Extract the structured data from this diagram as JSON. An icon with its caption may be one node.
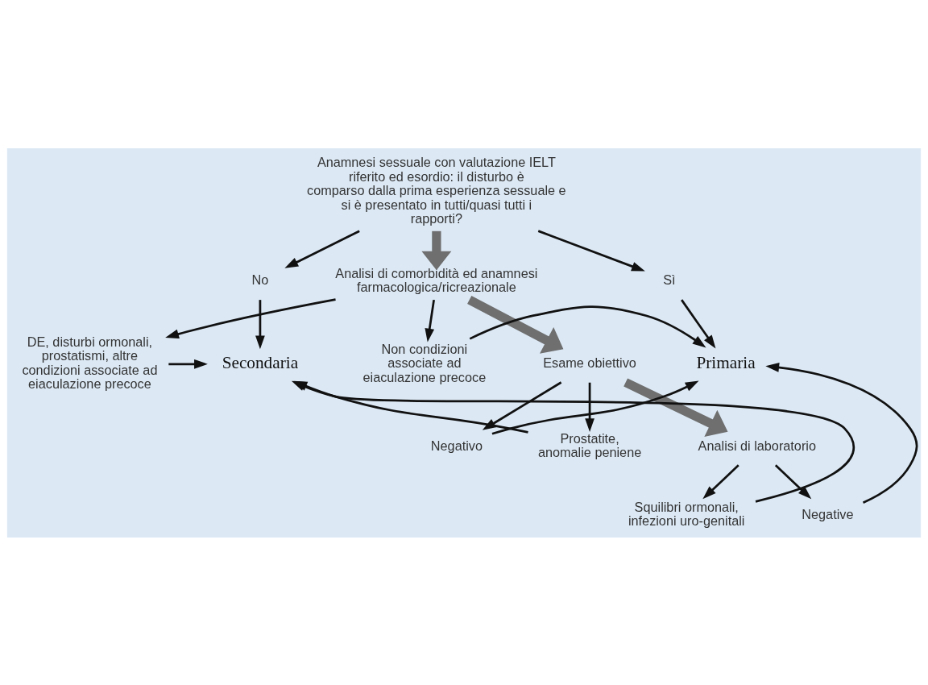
{
  "diagram": {
    "nodes": [
      {
        "text": [
          "Anamnesi sessuale con valutazione IELT riferito ed esordio: il disturbo è comparso dalla prima esperienza sessuale e si è presentato in tutti/quasi tutti i rapporti?"
        ]
      },
      {
        "text": [
          "Sì"
        ]
      },
      {
        "text": [
          "No"
        ]
      },
      {
        "text": [
          "Analisi di comorbidità ed anamnesi farmacologica/ricreazionale"
        ]
      },
      {
        "text": [
          "Primaria"
        ]
      },
      {
        "text": [
          "Non condizioni associate ad eiaculazione precoce"
        ]
      },
      {
        "text": [
          "DE, disturbi ormonali, prostatismi, altre condizioni associate ad eiaculazione precoce"
        ]
      },
      {
        "text": [
          "Secondaria"
        ]
      },
      {
        "text": [
          "Esame obiettivo"
        ]
      },
      {
        "text": [
          "Negativo"
        ]
      },
      {
        "text": [
          "Prostatite, anomalie peniene"
        ]
      },
      {
        "text": [
          "Analisi di laboratorio"
        ]
      },
      {
        "text": [
          "Negative"
        ]
      },
      {
        "text": [
          "Squilibri ormonali, infezioni uro-genitali"
        ]
      }
    ],
    "edges": [
      {
        "from": 0,
        "to": 1,
        "arrow": "to"
      },
      {
        "from": 0,
        "to": 2,
        "arrow": "to"
      },
      {
        "from": 0,
        "to": 3,
        "arrow": "to",
        "style": "thick",
        "color": "#6f6f6f"
      },
      {
        "from": 1,
        "to": 4,
        "arrow": "to"
      },
      {
        "from": 2,
        "to": 7,
        "arrow": "to"
      },
      {
        "from": 3,
        "to": 5,
        "arrow": "to"
      },
      {
        "from": 3,
        "to": 6,
        "arrow": "to"
      },
      {
        "from": 5,
        "to": 4,
        "arrow": "to"
      },
      {
        "from": 6,
        "to": 7,
        "arrow": "to"
      },
      {
        "from": 3,
        "to": 8,
        "arrow": "to",
        "style": "thick",
        "color": "#6f6f6f"
      },
      {
        "from": 8,
        "to": 9,
        "arrow": "to"
      },
      {
        "from": 8,
        "to": 10,
        "arrow": "to"
      },
      {
        "from": 9,
        "to": 4,
        "arrow": "to"
      },
      {
        "from": 10,
        "to": 7,
        "arrow": "to"
      },
      {
        "from": 8,
        "to": 11,
        "arrow": "to",
        "style": "thick",
        "color": "#6f6f6f"
      },
      {
        "from": 11,
        "to": 12,
        "arrow": "to"
      },
      {
        "from": 11,
        "to": 13,
        "arrow": "to"
      },
      {
        "from": 12,
        "to": 4,
        "arrow": "to"
      },
      {
        "from": 13,
        "to": 7,
        "arrow": "to"
      }
    ]
  }
}
